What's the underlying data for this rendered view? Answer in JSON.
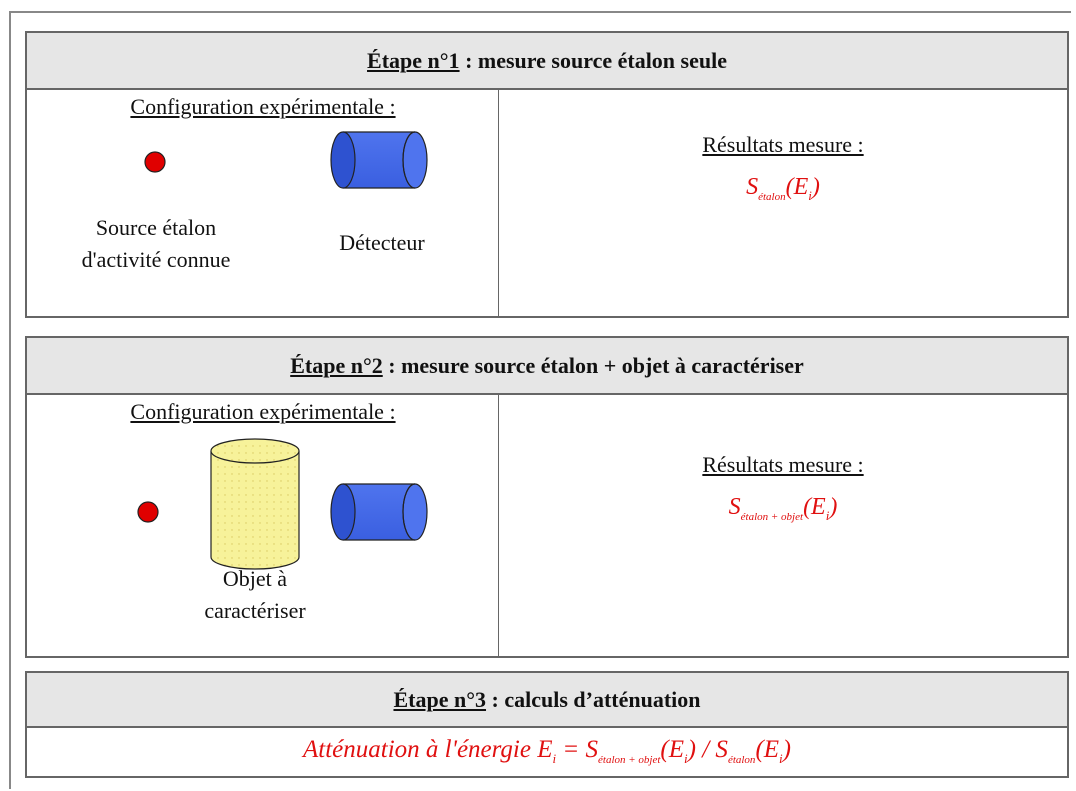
{
  "step1": {
    "title_num": "Étape n°1",
    "title_rest": " : mesure source étalon seule",
    "config_title": "Configuration expérimentale :",
    "source_label_line1": "Source étalon",
    "source_label_line2": "d'activité connue",
    "detector_label": "Détecteur",
    "results_title": "Résultats mesure :",
    "result_S": "S",
    "result_sub": "étalon",
    "result_paren_open": "(E",
    "result_i": "i",
    "result_paren_close": ")"
  },
  "step2": {
    "title_num": "Étape n°2",
    "title_rest": " : mesure source étalon + objet à caractériser",
    "config_title": "Configuration expérimentale :",
    "object_label_line1": "Objet à",
    "object_label_line2": "caractériser",
    "results_title": "Résultats mesure :",
    "result_S": "S",
    "result_sub": "étalon + objet",
    "result_paren_open": "(E",
    "result_i": "i",
    "result_paren_close": ")"
  },
  "step3": {
    "title_num": "Étape n°3",
    "title_rest": " : calculs d’atténuation",
    "eq_prefix": "Atténuation à l'énergie E",
    "eq_i": "i",
    "eq_equals": " = S",
    "eq_sub1": "étalon + objet",
    "eq_mid1": "(E",
    "eq_i2": "i",
    "eq_mid2": ") / S",
    "eq_sub2": "étalon",
    "eq_mid3": "(E",
    "eq_i3": "i",
    "eq_end": ")"
  },
  "colors": {
    "source": "#e00000",
    "detector": "#3f66e8",
    "object": "#f7f29a",
    "formula": "#e01010",
    "header_bg": "#e6e6e6"
  }
}
